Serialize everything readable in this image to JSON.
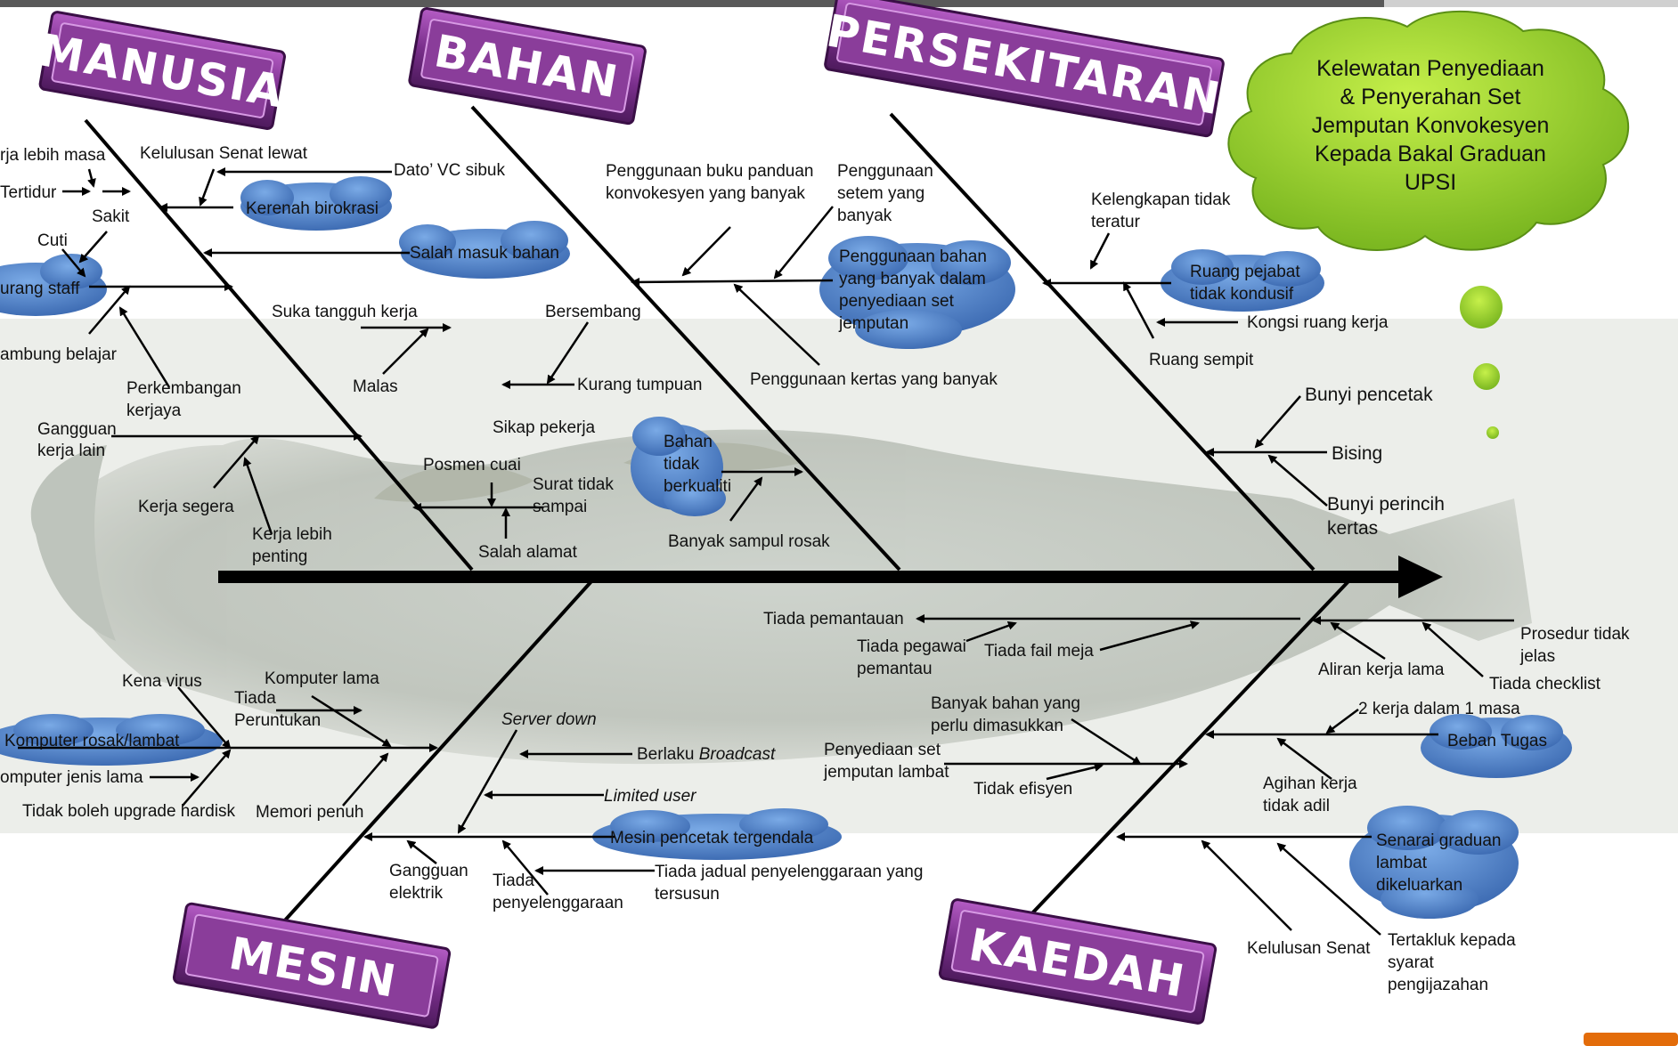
{
  "effect": {
    "lines": [
      "Kelewatan Penyediaan",
      "& Penyerahan Set",
      "Jemputan Konvokesyen",
      "Kepada Bakal Graduan",
      "UPSI"
    ]
  },
  "categories": {
    "manusia": "MANUSIA",
    "bahan": "BAHAN",
    "persekitaran": "PERSEKITARAN",
    "mesin": "MESIN",
    "kaedah": "KAEDAH"
  },
  "causes": {
    "manusia": {
      "kerja_lebih_masa": "rja lebih masa",
      "tertidur": "Tertidur",
      "sakit": "Sakit",
      "cuti": "Cuti",
      "kurang_staff": "urang staff",
      "sambung_belajar": "ambung belajar",
      "perkembangan_kerjaya_1": "Perkembangan",
      "perkembangan_kerjaya_2": "kerjaya",
      "gangguan_1": "Gangguan",
      "gangguan_2": "kerja lain",
      "kerja_segera": "Kerja segera",
      "kerja_lebih_penting_1": "Kerja lebih",
      "kerja_lebih_penting_2": "penting",
      "kelulusan_senat_lewat": "Kelulusan Senat lewat",
      "dato_vc_sibuk": "Dato’ VC sibuk",
      "kerenah_birokrasi": "Kerenah birokrasi",
      "salah_masuk_bahan": "Salah masuk bahan",
      "suka_tangguh_kerja": "Suka tangguh kerja",
      "malas": "Malas",
      "bersembang": "Bersembang",
      "kurang_tumpuan": "Kurang tumpuan",
      "sikap_pekerja": "Sikap pekerja",
      "posmen_cuai": "Posmen cuai",
      "surat_tidak_sampai_1": "Surat tidak",
      "surat_tidak_sampai_2": "sampai",
      "salah_alamat": "Salah alamat"
    },
    "bahan": {
      "buku_panduan_1": "Penggunaan buku panduan",
      "buku_panduan_2": "konvokesyen yang banyak",
      "setem_1": "Penggunaan",
      "setem_2": "setem  yang",
      "setem_3": "banyak",
      "bahan_banyak_1": "Penggunaan bahan",
      "bahan_banyak_2": "yang  banyak  dalam",
      "bahan_banyak_3": "penyediaan set",
      "bahan_banyak_4": "jemputan",
      "kertas_banyak": "Penggunaan kertas yang banyak",
      "tidak_berkualiti_1": "Bahan",
      "tidak_berkualiti_2": "tidak",
      "tidak_berkualiti_3": "berkualiti",
      "sampul_rosak": "Banyak sampul rosak"
    },
    "persekitaran": {
      "kelengkapan_1": "Kelengkapan tidak",
      "kelengkapan_2": "teratur",
      "ruang_pejabat_1": "Ruang pejabat",
      "ruang_pejabat_2": "tidak kondusif",
      "kongsi_ruang": "Kongsi ruang kerja",
      "ruang_sempit": "Ruang sempit",
      "bunyi_pencetak": "Bunyi pencetak",
      "bising": "Bising",
      "bunyi_perincih_1": "Bunyi perincih",
      "bunyi_perincih_2": "kertas"
    },
    "mesin": {
      "kena_virus": "Kena virus",
      "komputer_lama": "Komputer lama",
      "tiada_peruntukan_1": "Tiada",
      "tiada_peruntukan_2": "Peruntukan",
      "komputer_rosak": "Komputer rosak/lambat",
      "komputer_jenis_lama": "omputer jenis lama",
      "tidak_upgrade": "Tidak boleh upgrade hardisk",
      "memori_penuh": "Memori penuh",
      "server_down": "Server down",
      "berlaku_broadcast_1": "Berlaku ",
      "berlaku_broadcast_2": "Broadcast",
      "limited_user": "Limited user",
      "pencetak_tergendala": "Mesin pencetak tergendala",
      "gangguan_elektrik_1": "Gangguan",
      "gangguan_elektrik_2": "elektrik",
      "tiada_penyelenggaraan_1": "Tiada",
      "tiada_penyelenggaraan_2": "penyelenggaraan",
      "tiada_jadual_1": "Tiada jadual penyelenggaraan yang",
      "tiada_jadual_2": "tersusun"
    },
    "kaedah": {
      "tiada_pemantauan": "Tiada pemantauan",
      "tiada_pegawai_1": "Tiada pegawai",
      "tiada_pegawai_2": "pemantau",
      "tiada_fail_meja": "Tiada fail meja",
      "aliran_kerja_lama": "Aliran kerja lama",
      "prosedur_1": "Prosedur tidak",
      "prosedur_2": "jelas",
      "tiada_checklist": "Tiada checklist",
      "banyak_bahan_1": "Banyak bahan yang",
      "banyak_bahan_2": "perlu dimasukkan",
      "penyediaan_set_1": "Penyediaan set",
      "penyediaan_set_2": "jemputan lambat",
      "tidak_efisyen": "Tidak efisyen",
      "dua_kerja": "2 kerja dalam 1 masa",
      "beban_tugas": "Beban Tugas",
      "agihan_1": "Agihan kerja",
      "agihan_2": "tidak adil",
      "senarai_1": "Senarai graduan",
      "senarai_2": "lambat",
      "senarai_3": "dikeluarkan",
      "kelulusan_senat": "Kelulusan Senat",
      "tertakluk_1": "Tertakluk kepada",
      "tertakluk_2": "syarat",
      "tertakluk_3": "pengijazahan"
    }
  },
  "colors": {
    "cloud_blue": "#4a7fc8",
    "cloud_green": "#8cc62a",
    "category_purple": "#8a3d9a",
    "spine": "#000000"
  }
}
